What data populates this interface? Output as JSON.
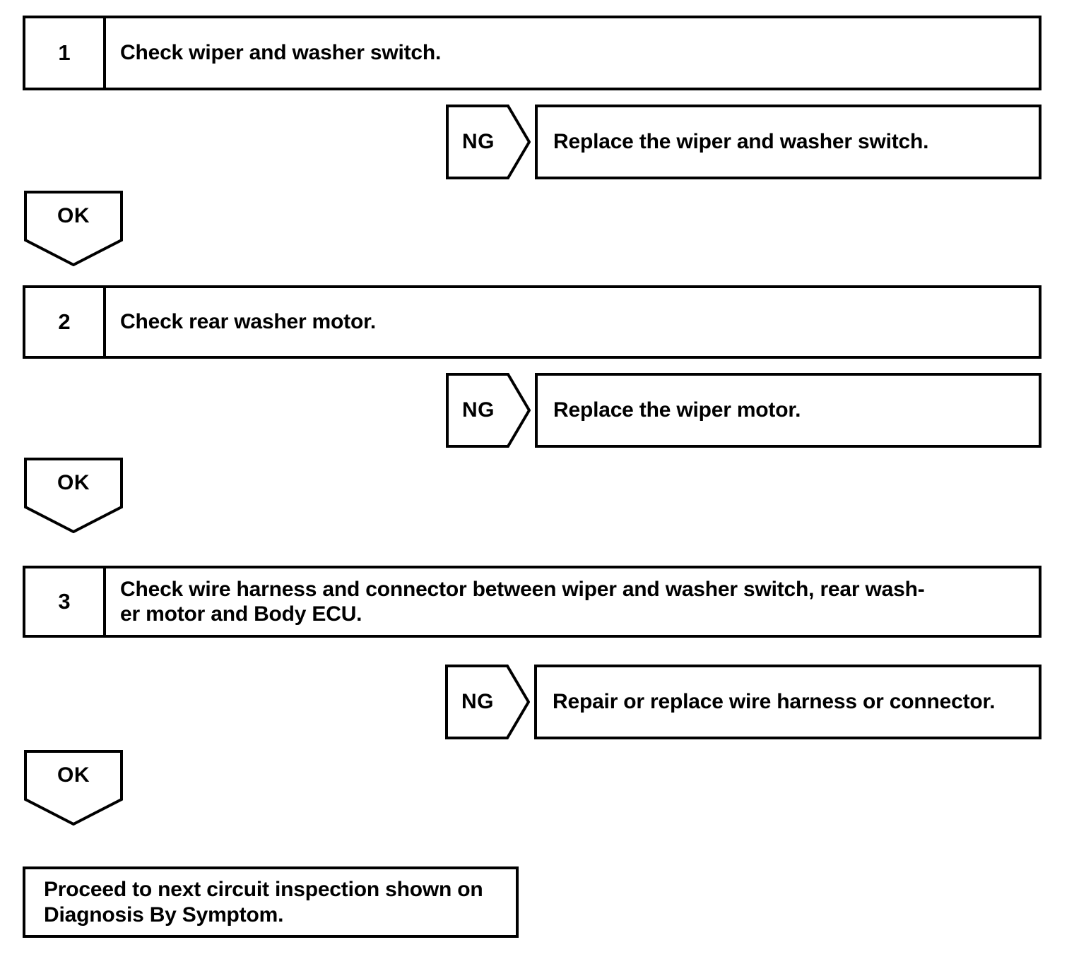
{
  "diagram": {
    "type": "troubleshooting-flowchart",
    "steps": [
      {
        "number": "1",
        "text": "Check wiper and washer switch.",
        "ng_label": "NG",
        "ng_result": "Replace the wiper and washer switch.",
        "ok_label": "OK"
      },
      {
        "number": "2",
        "text": "Check rear washer motor.",
        "ng_label": "NG",
        "ng_result": "Replace the wiper motor.",
        "ok_label": "OK"
      },
      {
        "number": "3",
        "text": "Check wire harness and connector between wiper and washer switch, rear wash-\ner motor and Body ECU.",
        "ng_label": "NG",
        "ng_result": "Repair or replace wire harness or connector.",
        "ok_label": "OK"
      }
    ],
    "terminal": {
      "text": "Proceed to next circuit inspection shown on\nDiagnosis By Symptom."
    },
    "colors": {
      "line": "#000000",
      "background": "#ffffff",
      "text": "#000000"
    }
  }
}
